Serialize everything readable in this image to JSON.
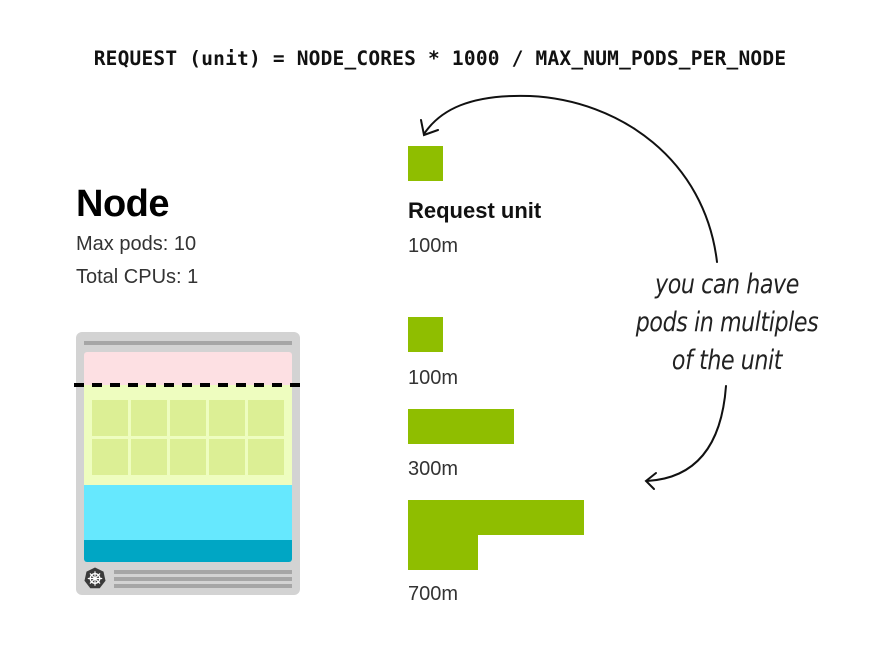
{
  "formula": "REQUEST (unit) = NODE_CORES * 1000 / MAX_NUM_PODS_PER_NODE",
  "node": {
    "title": "Node",
    "max_pods": "Max pods: 10",
    "total_cpus": "Total CPUs: 1",
    "layers": [
      "reserved",
      "allocatable-pods",
      "system-reserved",
      "os"
    ],
    "pod_slots": 10,
    "icon": "kubernetes-helm-icon"
  },
  "request_unit": {
    "title": "Request unit",
    "value": "100m",
    "units": 1
  },
  "examples": [
    {
      "label": "100m",
      "units": 1
    },
    {
      "label": "300m",
      "units": 3
    },
    {
      "label": "700m",
      "units": 7
    }
  ],
  "annotation": {
    "lines": [
      "you can have",
      "pods in multiples",
      "of the unit"
    ]
  },
  "colors": {
    "block": "#8fbe00",
    "reserved": "#fde0e3",
    "allocatable": "#eefdbf",
    "pod_cell": "#dcef95",
    "system": "#66e8fe",
    "os": "#00a6c4",
    "node_frame": "#d3d3d3"
  }
}
